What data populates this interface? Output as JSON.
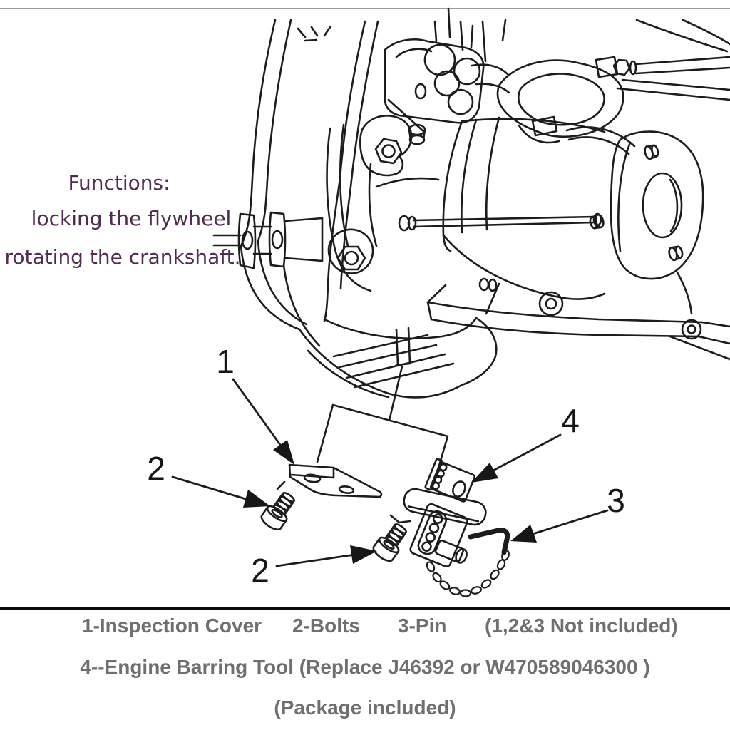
{
  "note": {
    "title": "Functions:",
    "line1": "locking the flywheel",
    "line2": "rotating the crankshaft.",
    "color": "#532b52"
  },
  "callouts": {
    "item1": "1",
    "item2a": "2",
    "item2b": "2",
    "item3": "3",
    "item4": "4"
  },
  "legend": {
    "items": [
      {
        "label": "1-Inspection Cover"
      },
      {
        "label": "2-Bolts"
      },
      {
        "label": "3-Pin"
      },
      {
        "label": "(1,2&3 Not included)"
      }
    ],
    "line2": "4--Engine Barring Tool (Replace J46392 or W470589046300 )",
    "line3": "(Package included)",
    "color": "#6f6f6f"
  },
  "colors": {
    "line_art": "#1c1c1c",
    "divider": "#0e0e0e",
    "top_hairline": "#9a9a9a"
  }
}
